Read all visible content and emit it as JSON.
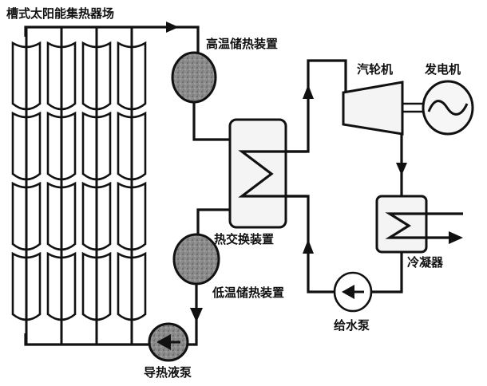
{
  "title": "槽式太阳能集热器场",
  "components": {
    "collector_field": {
      "label": "槽式太阳能集热器场",
      "columns": 4,
      "rows": 4
    },
    "hot_storage": {
      "label": "高温储热装置"
    },
    "cold_storage": {
      "label": "低温储热装置"
    },
    "heat_exchanger": {
      "label": "热交换装置"
    },
    "turbine": {
      "label": "汽轮机"
    },
    "generator": {
      "label": "发电机",
      "symbol": "sine-wave"
    },
    "condenser": {
      "label": "冷凝器"
    },
    "feedwater_pump": {
      "label": "给水泵"
    },
    "htf_pump": {
      "label": "导热液泵"
    }
  },
  "colors": {
    "line": "#111111",
    "storage_fill": "#8a8a8a",
    "equipment_fill": "#f4f4f4",
    "background": "#ffffff"
  }
}
